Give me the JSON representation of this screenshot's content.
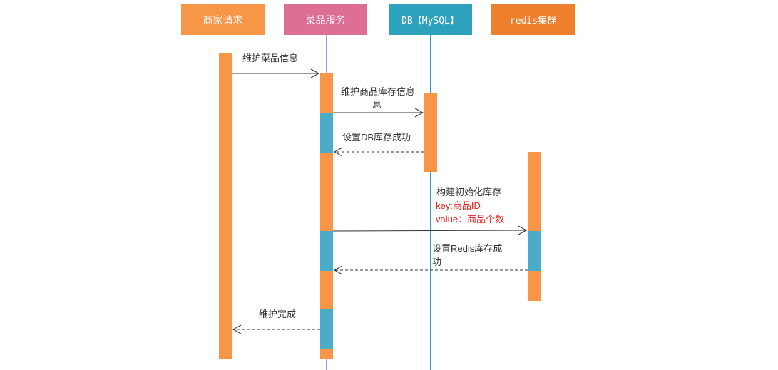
{
  "colors": {
    "orange": "#f79646",
    "pink": "#dd6f97",
    "teal": "#2ea1bd",
    "redis_orange": "#ee7f2d",
    "teal_bar": "#4aacc6",
    "arrow": "#333333",
    "highlight_text": "#e8231d"
  },
  "actors": {
    "merchant": "商家请求",
    "dish_service": "菜品服务",
    "db": "DB【MySQL】",
    "redis": "redis集群"
  },
  "messages": {
    "m1": "维护菜品信息",
    "m2": "维护商品库存信息",
    "m2b": "息",
    "m3": "设置DB库存成功",
    "m4_line1": "构建初始化库存",
    "m4_line2": "key:商品ID",
    "m4_line3": "value：商品个数",
    "m5_line1": "设置Redis库存成",
    "m5_line2": "功",
    "m6": "维护完成"
  }
}
